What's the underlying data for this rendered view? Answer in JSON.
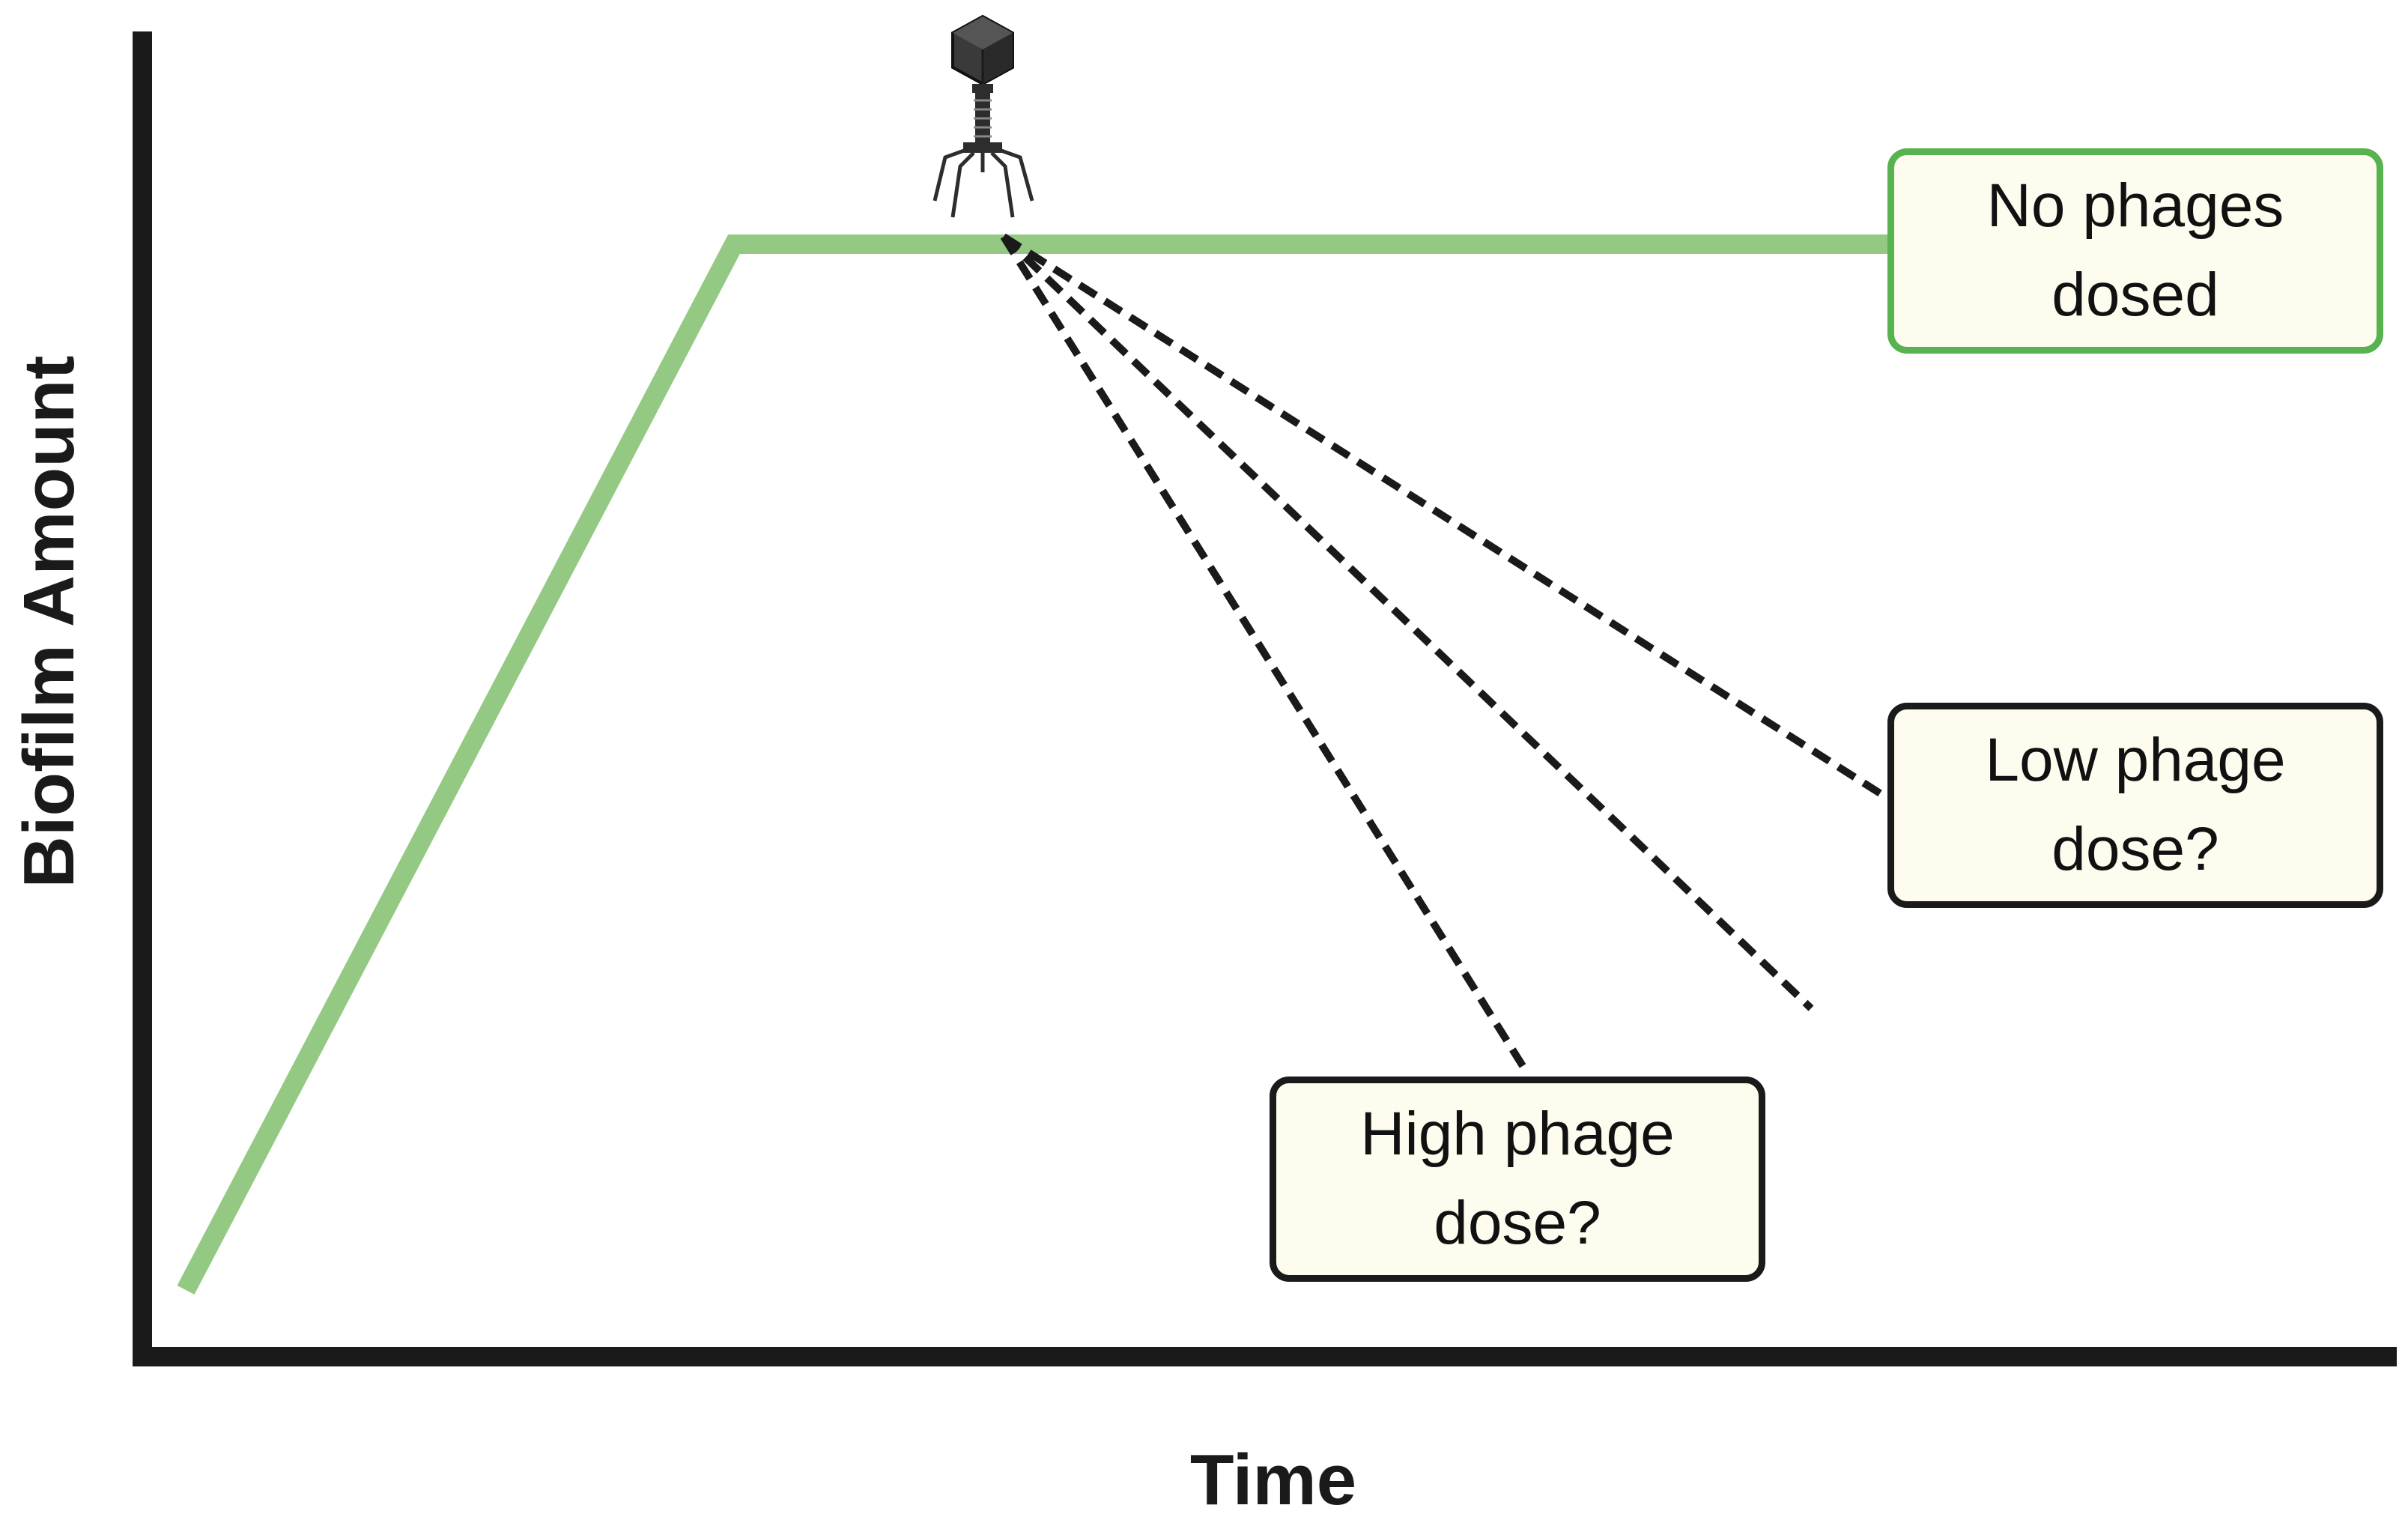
{
  "axes": {
    "x_title": "Time",
    "y_title": "Biofilm Amount"
  },
  "labels": {
    "no_phages": "No phages\ndosed",
    "low_dose": "Low phage\ndose?",
    "high_dose": "High phage\ndose?"
  },
  "colors": {
    "growth_line": "#94c984",
    "axis": "#1a1a1a",
    "dashed_lines": "#1a1a1a",
    "box_fill": "#fdfcee",
    "no_phage_border": "#58b250",
    "other_border": "#1a1a1a"
  },
  "icons": {
    "phage": "bacteriophage-icon"
  }
}
